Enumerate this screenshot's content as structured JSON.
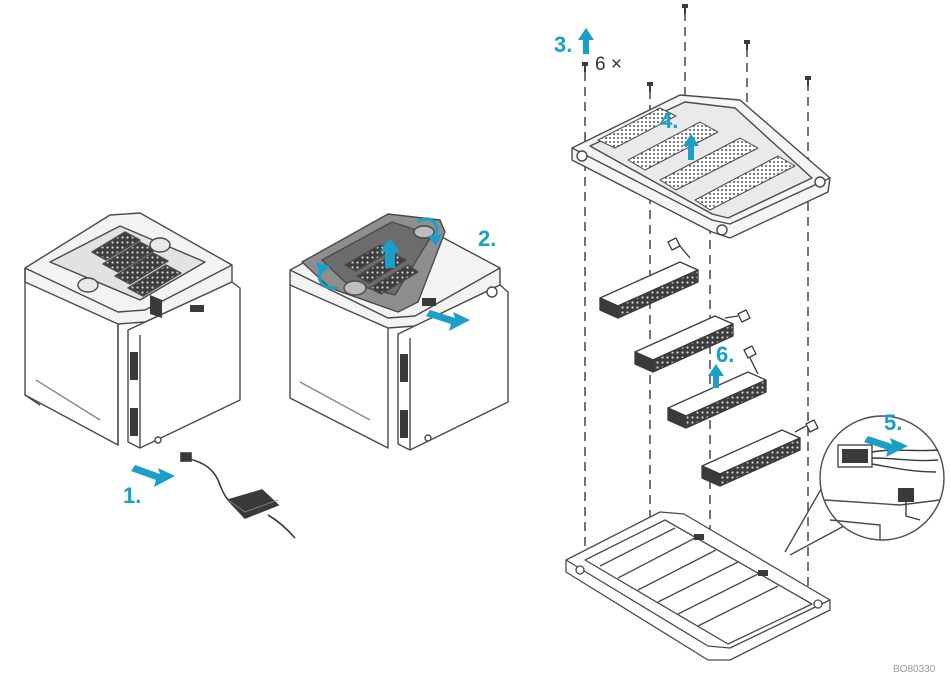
{
  "steps": {
    "s1": "1.",
    "s2": "2.",
    "s3": "3.",
    "s4": "4.",
    "s5": "5.",
    "s6": "6."
  },
  "screw_count": "6 ×",
  "figure_code": "BO80330",
  "colors": {
    "accent": "#1aa0c8",
    "line": "#4a4a4a",
    "dark": "#3a3a3a"
  },
  "icons": [
    "arrow-right-icon",
    "arrow-up-icon",
    "rotate-icon",
    "screw-icon",
    "power-adapter-icon",
    "battery-pack-icon"
  ]
}
